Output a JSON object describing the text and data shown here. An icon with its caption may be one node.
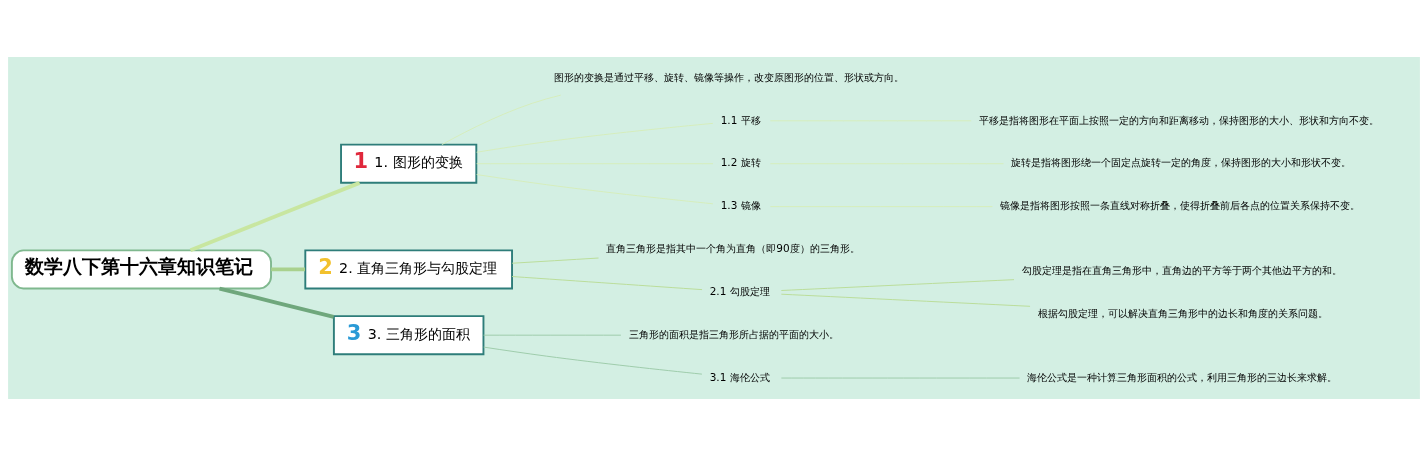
{
  "diagram": {
    "nodes": [
      {
        "text": [
          "数学八下第十六章知识笔记"
        ]
      },
      {
        "text": [
          "1",
          "1. 图形的变换"
        ]
      },
      {
        "text": [
          "图形的变换是通过平移、旋转、镜像等操作，改变原图形的位置、形状或方向。"
        ]
      },
      {
        "text": [
          "1.1 平移"
        ]
      },
      {
        "text": [
          "平移是指将图形在平面上按照一定的方向和距离移动，保持图形的大小、形状和方向不变。"
        ]
      },
      {
        "text": [
          "1.2 旋转"
        ]
      },
      {
        "text": [
          "旋转是指将图形绕一个固定点旋转一定的角度，保持图形的大小和形状不变。"
        ]
      },
      {
        "text": [
          "1.3 镜像"
        ]
      },
      {
        "text": [
          "镜像是指将图形按照一条直线对称折叠，使得折叠前后各点的位置关系保持不变。"
        ]
      },
      {
        "text": [
          "2",
          "2. 直角三角形与勾股定理"
        ]
      },
      {
        "text": [
          "直角三角形是指其中一个角为直角（即90度）的三角形。"
        ]
      },
      {
        "text": [
          "2.1 勾股定理"
        ]
      },
      {
        "text": [
          "勾股定理是指在直角三角形中，直角边的平方等于两个其他边平方的和。"
        ]
      },
      {
        "text": [
          "根据勾股定理，可以解决直角三角形中的边长和角度的关系问题。"
        ]
      },
      {
        "text": [
          "3",
          "3. 三角形的面积"
        ]
      },
      {
        "text": [
          "三角形的面积是指三角形所占据的平面的大小。"
        ]
      },
      {
        "text": [
          "3.1 海伦公式"
        ]
      },
      {
        "text": [
          "海伦公式是一种计算三角形面积的公式，利用三角形的三边长来求解。"
        ]
      }
    ],
    "edges": [
      {
        "from": 0,
        "to": 1,
        "arrow": "none",
        "style": "thick",
        "color": "#c8e6a0"
      },
      {
        "from": 1,
        "to": 2,
        "arrow": "none",
        "color": "#d6edbb"
      },
      {
        "from": 1,
        "to": 3,
        "arrow": "none",
        "color": "#d6edbb"
      },
      {
        "from": 3,
        "to": 4,
        "arrow": "none",
        "color": "#d6edbb"
      },
      {
        "from": 1,
        "to": 5,
        "arrow": "none",
        "color": "#d6edbb"
      },
      {
        "from": 5,
        "to": 6,
        "arrow": "none",
        "color": "#d6edbb"
      },
      {
        "from": 1,
        "to": 7,
        "arrow": "none",
        "color": "#d6edbb"
      },
      {
        "from": 7,
        "to": 8,
        "arrow": "none",
        "color": "#d6edbb"
      },
      {
        "from": 0,
        "to": 9,
        "arrow": "none",
        "style": "thick",
        "color": "#a9d18e"
      },
      {
        "from": 9,
        "to": 10,
        "arrow": "none",
        "color": "#b9dc97"
      },
      {
        "from": 9,
        "to": 11,
        "arrow": "none",
        "color": "#b9dc97"
      },
      {
        "from": 11,
        "to": 12,
        "arrow": "none",
        "color": "#b9dc97"
      },
      {
        "from": 11,
        "to": 13,
        "arrow": "none",
        "color": "#b9dc97"
      },
      {
        "from": 0,
        "to": 14,
        "arrow": "none",
        "style": "thick",
        "color": "#6fa77c"
      },
      {
        "from": 14,
        "to": 15,
        "arrow": "none",
        "color": "#9ccaa9"
      },
      {
        "from": 14,
        "to": 16,
        "arrow": "none",
        "color": "#9ccaa9"
      },
      {
        "from": 16,
        "to": 17,
        "arrow": "none",
        "color": "#9ccaa9"
      }
    ]
  }
}
